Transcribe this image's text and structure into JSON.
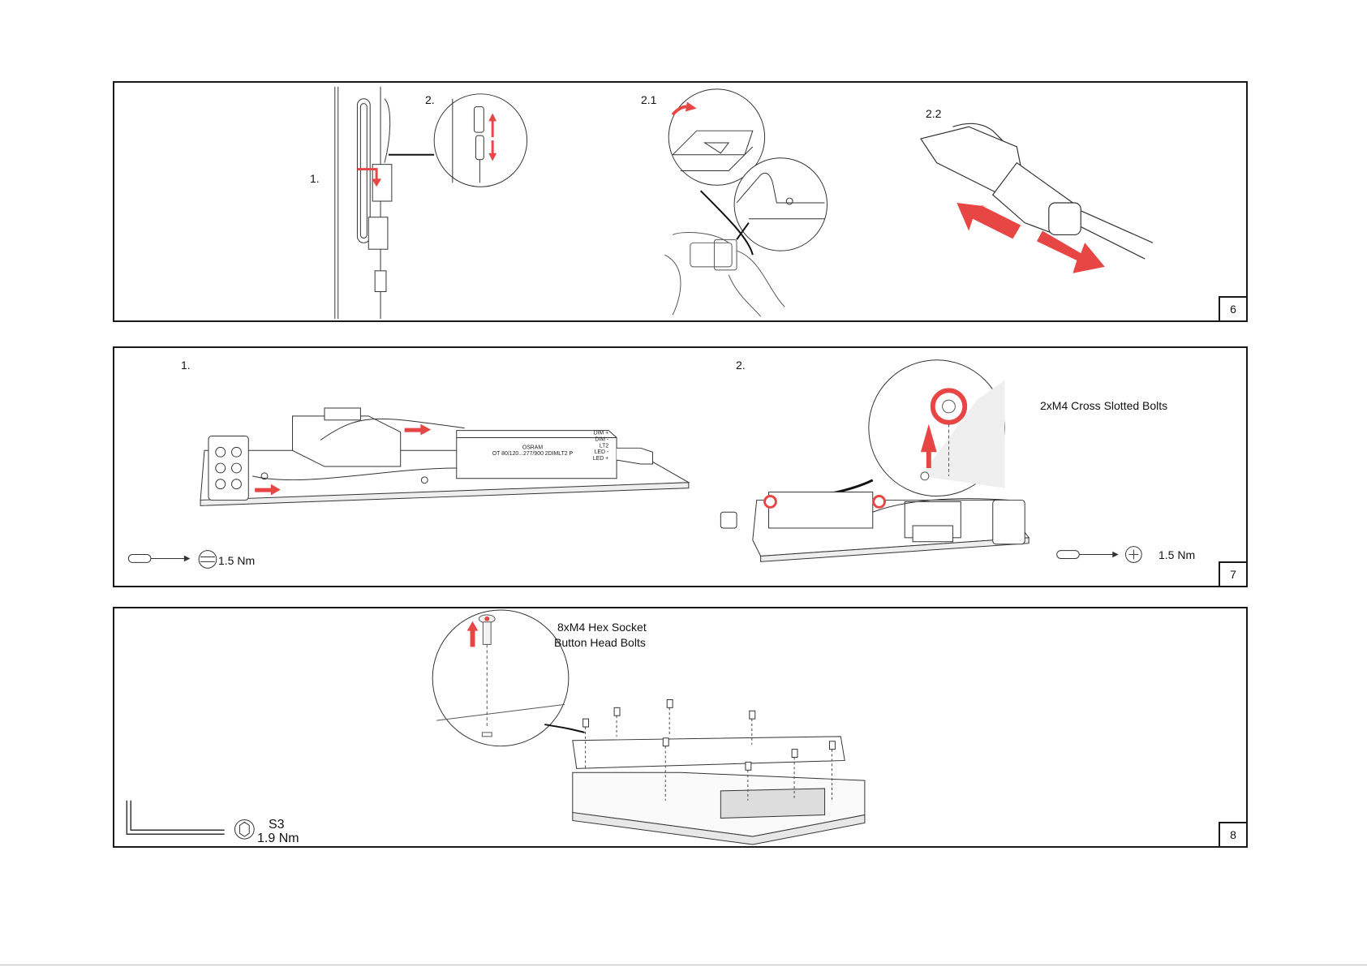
{
  "panel6": {
    "number": "6",
    "step1": "1.",
    "step2": "2.",
    "step2_1": "2.1",
    "step2_2": "2.2"
  },
  "panel7": {
    "number": "7",
    "step1": "1.",
    "step2": "2.",
    "bolts_label": "2xM4 Cross Slotted Bolts",
    "torque_left": "1.5 Nm",
    "torque_right": "1.5 Nm",
    "driver_text_line1": "OSRAM",
    "driver_text_line2": "OT 80/120...277/900 2DIMLT2 P",
    "driver_terminals": [
      "DIM +",
      "DIM -",
      "LT2",
      "LED -",
      "LED +"
    ]
  },
  "panel8": {
    "number": "8",
    "bolts_label_line1": "8xM4 Hex Socket",
    "bolts_label_line2": "Button Head Bolts",
    "wrench_size": "S3",
    "torque": "1.9 Nm"
  },
  "colors": {
    "accent_red": "#e84545",
    "line": "#222222",
    "frame": "#1a1a1a"
  }
}
